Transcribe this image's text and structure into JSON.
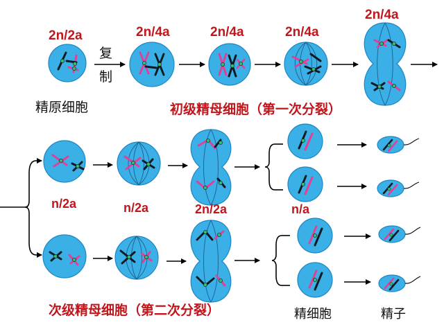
{
  "colors": {
    "cell_fill": "#3ab0e6",
    "cell_stroke": "#1c86c4",
    "spindle": "#1e5f8e",
    "chromatid_dark": "#0f1a22",
    "chromatid_pink": "#e0409a",
    "centromere": "#2fbf71",
    "arrow": "#000000",
    "label_red": "#c0161c",
    "label_black": "#111111"
  },
  "labels": {
    "l_2n2a": "2n/2a",
    "l_2n4a_a": "2n/4a",
    "l_2n4a_b": "2n/4a",
    "l_2n4a_c": "2n/4a",
    "l_2n4a_d": "2n/4a",
    "l_n2a_a": "n/2a",
    "l_n2a_b": "n/2a",
    "l_2n2a_b": "2n/2a",
    "l_na": "n/a",
    "replicate_1": "复",
    "replicate_2": "制",
    "spermatogonium": "精原细胞",
    "primary": "初级精母细胞（第一次分裂）",
    "secondary": "次级精母细胞（第二次分裂）",
    "spermatid": "精细胞",
    "sperm": "精子"
  }
}
